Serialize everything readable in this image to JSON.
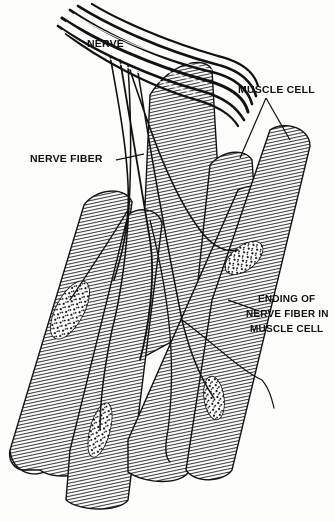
{
  "figure": {
    "labels": {
      "nerve": "NERVE",
      "muscle_cell": "MUSCLE CELL",
      "nerve_fiber": "NERVE FIBER",
      "ending_line1": "ENDING OF",
      "ending_line2": "NERVE FIBER IN",
      "ending_line3": "MUSCLE CELL"
    },
    "colors": {
      "ink": "#111111",
      "paper": "#fdfdfb"
    }
  }
}
